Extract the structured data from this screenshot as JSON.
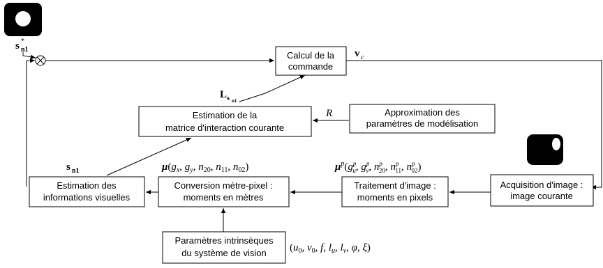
{
  "boxes": {
    "command": [
      "Calcul de la",
      "commande"
    ],
    "estimation_matrix": [
      "Estimation de la",
      "matrice d'interaction courante"
    ],
    "approximation": [
      "Approximation des",
      "paramètres de modélisation"
    ],
    "estimation_info": [
      "Estimation des",
      "informations visuelles"
    ],
    "conversion": [
      "Conversion mètre-pixel :",
      "moments en mètres"
    ],
    "image_processing": [
      "Traitement d'image :",
      "moments en pixels"
    ],
    "acquisition": [
      "Acquisition d'image :",
      "image courante"
    ],
    "intrinsic": [
      "Paramètres intrinsèques",
      "du système de vision"
    ]
  },
  "labels": {
    "s_star": {
      "base": "s",
      "sub": "n1",
      "sup": "*"
    },
    "v_c": {
      "base": "v",
      "sub": "c"
    },
    "L": {
      "base": "L",
      "sub": "s",
      "subsub": "n1"
    },
    "R": "R",
    "s_n1": {
      "base": "s",
      "sub": "n1"
    },
    "mu": "μ(g_x, g_y, n_20, n_11, n_02)",
    "mu_p": "μ^p(g_u^p, g_v^p, n_20^p, n_11^p, n_02^p)",
    "intrinsic_params": "(u_0, v_0, f, l_u, l_v, φ, ξ)"
  },
  "icons": [
    "desired-image-icon",
    "current-image-icon",
    "comparator-icon"
  ]
}
